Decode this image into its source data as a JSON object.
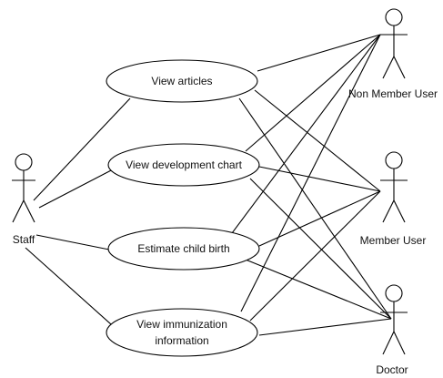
{
  "actors": {
    "staff": "Staff",
    "non_member_user": "Non Member User",
    "member_user": "Member User",
    "doctor": "Doctor"
  },
  "use_cases": {
    "view_articles": "View articles",
    "view_development_chart": "View development chart",
    "estimate_child_birth": "Estimate child birth",
    "view_immunization_line1": "View immunization",
    "view_immunization_line2": "information"
  },
  "colors": {
    "stroke": "#000000",
    "fill": "#ffffff"
  }
}
